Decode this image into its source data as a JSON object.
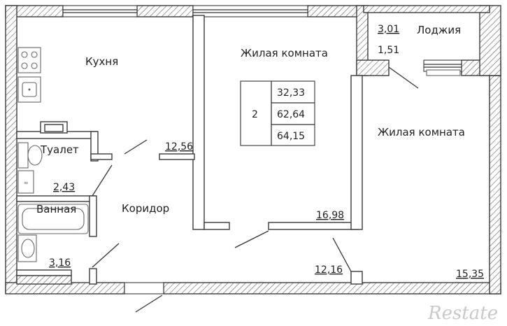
{
  "rooms": {
    "kitchen": {
      "label": "Кухня",
      "area": "12,56"
    },
    "living1": {
      "label": "Жилая комната",
      "area": "16,98"
    },
    "living2": {
      "label": "Жилая комната",
      "area": "15,35"
    },
    "loggia": {
      "label": "Лоджия",
      "area": "3,01",
      "area_reduced": "1,51"
    },
    "toilet": {
      "label": "Туалет",
      "area": "2,43"
    },
    "bathroom": {
      "label": "Ванная",
      "area": "3,16"
    },
    "corridor": {
      "label": "Коридор",
      "area": "12,16"
    }
  },
  "summary": {
    "rooms_count": "2",
    "living_area": "32,33",
    "total_area": "62,64",
    "total_with_loggia": "64,15"
  },
  "watermark": "Restate",
  "colors": {
    "wall": "#3a3a3a",
    "background": "#ffffff",
    "watermark": "#c9c9c9"
  }
}
